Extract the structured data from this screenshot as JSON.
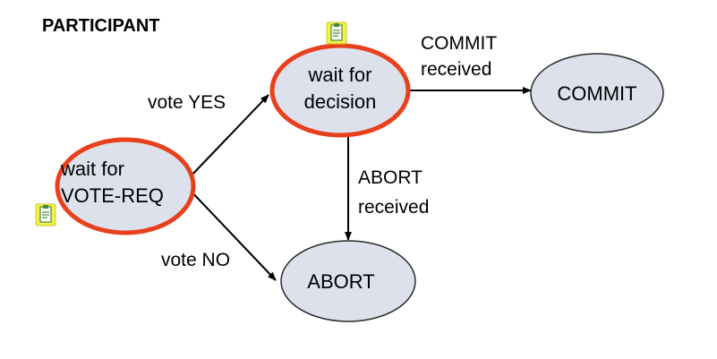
{
  "title": "PARTICIPANT",
  "colors": {
    "state_fill": "#dde1ec",
    "state_stroke": "#2b2b2b",
    "highlight_stroke": "#e8401c",
    "edge": "#000000",
    "note_fill": "#f2f24a",
    "note_icon": "#4a8a3a"
  },
  "states": {
    "init": {
      "lines": [
        "wait for",
        "VOTE-REQ"
      ]
    },
    "wait": {
      "lines": [
        "wait for",
        "decision"
      ]
    },
    "commit": {
      "lines": [
        "COMMIT"
      ]
    },
    "abort": {
      "lines": [
        "ABORT"
      ]
    }
  },
  "edges": {
    "vote_yes": {
      "lines": [
        "vote YES"
      ]
    },
    "vote_no": {
      "lines": [
        "vote NO"
      ]
    },
    "commit_received": {
      "lines": [
        "COMMIT",
        "received"
      ]
    },
    "abort_received": {
      "lines": [
        "ABORT",
        "received"
      ]
    }
  },
  "icons": {
    "note": "notepad-icon"
  }
}
